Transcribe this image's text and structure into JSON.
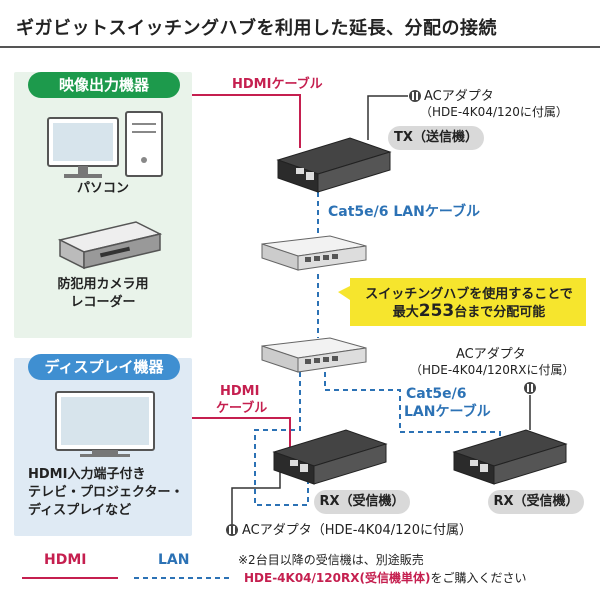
{
  "title": "ギガビットスイッチングハブを利用した延長、分配の接続",
  "source_group": {
    "label": "映像出力機器",
    "device_1": "パソコン",
    "device_2_line1": "防犯用カメラ用",
    "device_2_line2": "レコーダー"
  },
  "display_group": {
    "label": "ディスプレイ機器",
    "line1": "HDMI入力端子付き",
    "line2": "テレビ・プロジェクター・",
    "line3": "ディスプレイなど"
  },
  "tx": {
    "label": "TX（送信機）",
    "adapter": "ACアダプタ",
    "adapter_note": "（HDE-4K04/120に付属）"
  },
  "rx1": {
    "label": "RX（受信機）",
    "adapter": "ACアダプタ（HDE-4K04/120に付属）"
  },
  "rx2": {
    "label": "RX（受信機）",
    "adapter": "ACアダプタ",
    "adapter_note": "（HDE-4K04/120RXに付属）"
  },
  "cables": {
    "hdmi_top": "HDMIケーブル",
    "hdmi_mid_1": "HDMI",
    "hdmi_mid_2": "ケーブル",
    "lan_top": "Cat5e/6 LANケーブル",
    "lan_right_1": "Cat5e/6",
    "lan_right_2": "LANケーブル"
  },
  "callout": {
    "line1": "スイッチングハブを使用することで",
    "line2_pre": "最大",
    "line2_num": "253",
    "line2_post": "台まで分配可能"
  },
  "legend": {
    "hdmi": "HDMI",
    "lan": "LAN"
  },
  "note": {
    "line1": "※2台目以降の受信機は、別途販売",
    "line2_red": "HDE-4K04/120RX(受信機単体)",
    "line2_rest": "をご購入ください"
  },
  "colors": {
    "hdmi": "#c51f4f",
    "lan": "#2c72b5",
    "green": "#1d9a4c",
    "blue": "#3f8fd1",
    "yellow": "#f6e52d"
  }
}
